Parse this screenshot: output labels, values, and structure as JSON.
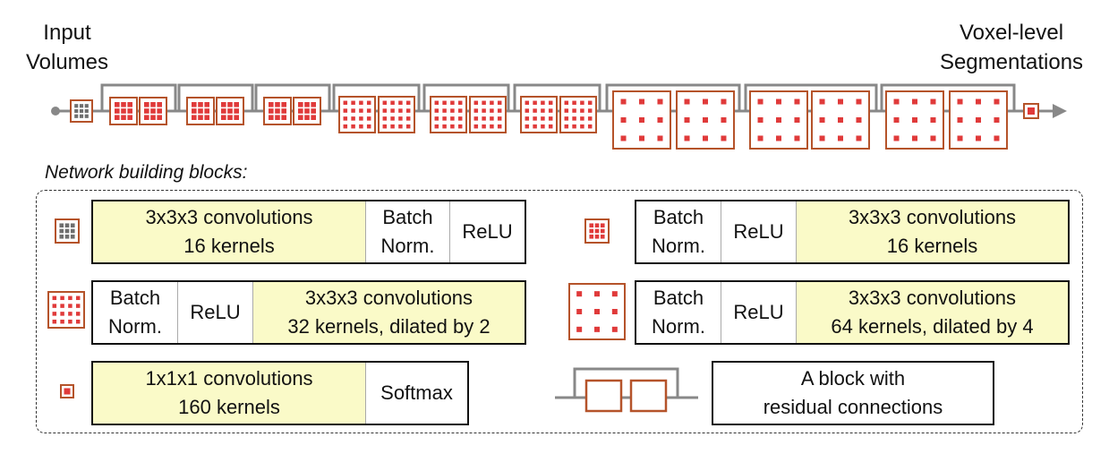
{
  "labels": {
    "input": "Input\nVolumes",
    "output": "Voxel-level\nSegmentations",
    "legend_title": "Network building blocks:"
  },
  "legend": {
    "block1": {
      "conv": "3x3x3 convolutions\n16 kernels",
      "bn": "Batch\nNorm.",
      "relu": "ReLU"
    },
    "block2": {
      "bn": "Batch\nNorm.",
      "relu": "ReLU",
      "conv": "3x3x3 convolutions\n16 kernels"
    },
    "block3": {
      "bn": "Batch\nNorm.",
      "relu": "ReLU",
      "conv": "3x3x3  convolutions\n32 kernels, dilated by 2"
    },
    "block4": {
      "bn": "Batch\nNorm.",
      "relu": "ReLU",
      "conv": "3x3x3  convolutions\n64 kernels, dilated by 4"
    },
    "block5": {
      "conv": "1x1x1  convolutions\n160 kernels",
      "softmax": "Softmax"
    },
    "residual": "A block with\nresidual connections"
  },
  "icons": [
    "grey-conv-icon",
    "red-dense-conv-icon",
    "dilated-2-conv-icon",
    "dilated-4-conv-icon",
    "softmax-conv-icon",
    "residual-block-icon"
  ],
  "colors": {
    "conv_fill": "#fafac8",
    "kernel_border": "#b5532a",
    "kernel_dot": "#e03a3a",
    "grey_kernel": "#6e6e6e",
    "line": "#888888"
  }
}
